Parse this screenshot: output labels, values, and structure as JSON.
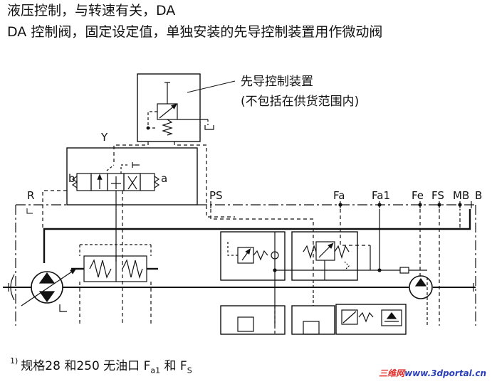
{
  "header": {
    "line1": "液压控制，与转速有关，DA",
    "line2": "DA 控制阀，固定设定值，单独安装的先导控制装置用作微动阀"
  },
  "callout": {
    "line1": "先导控制装置",
    "line2": "(不包括在供货范围内)"
  },
  "ports": {
    "R": "R",
    "PS": "PS",
    "Fa": "Fa",
    "Fa1": "Fa1",
    "Fe": "Fe",
    "FS": "FS",
    "MB": "MB",
    "B": "B",
    "Y": "Y",
    "a": "a",
    "b": "b"
  },
  "footnote": {
    "mark": "1)",
    "text_before": "规格28 和250 无油口 F",
    "sub1": "a1",
    "text_mid": " 和 F",
    "sub2": "S"
  },
  "watermark": {
    "part1": "三维网",
    "part2": "www.3dportal.cn"
  },
  "colors": {
    "line": "#111111",
    "watermark_red": "#e0312b",
    "watermark_blue": "#2b3fb7"
  }
}
